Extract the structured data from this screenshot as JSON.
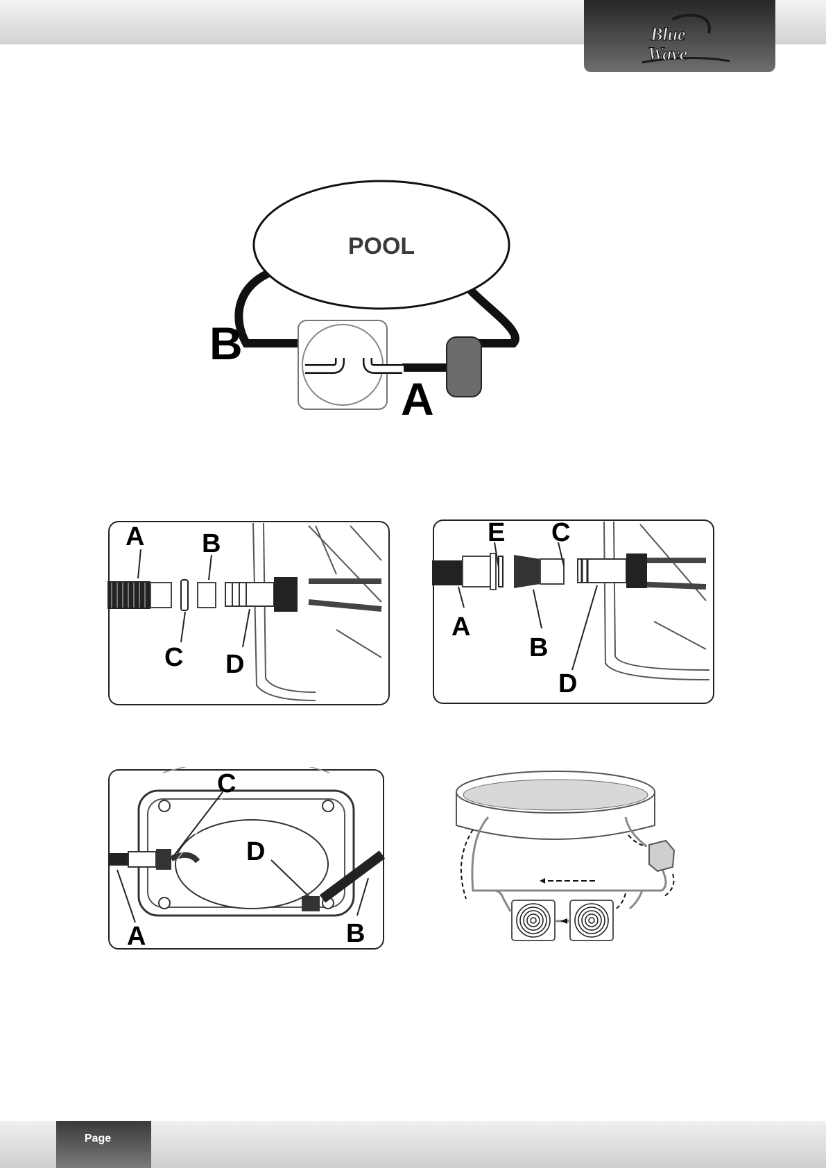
{
  "header": {
    "brand_line1": "Blue",
    "brand_line2": "Wave"
  },
  "footer": {
    "page_label": "Page"
  },
  "figures": {
    "pool_diagram": {
      "pool_label": "POOL",
      "label_a": "A",
      "label_b": "B"
    },
    "connector_assembly_1": {
      "label_a": "A",
      "label_b": "B",
      "label_c": "C",
      "label_d": "D"
    },
    "connector_assembly_2": {
      "label_a": "A",
      "label_b": "B",
      "label_c": "C",
      "label_d": "D",
      "label_e": "E"
    },
    "heater_base_view": {
      "label_a": "A",
      "label_b": "B",
      "label_c": "C",
      "label_d": "D"
    },
    "flow_diagram": {}
  },
  "colors": {
    "header_gradient_top": "#f4f4f4",
    "header_gradient_bottom": "#d2d2d2",
    "logo_tab_dark": "#262626",
    "logo_tab_light": "#6e6e6e",
    "hose": "#111111",
    "pump": "#6b6b6b"
  }
}
